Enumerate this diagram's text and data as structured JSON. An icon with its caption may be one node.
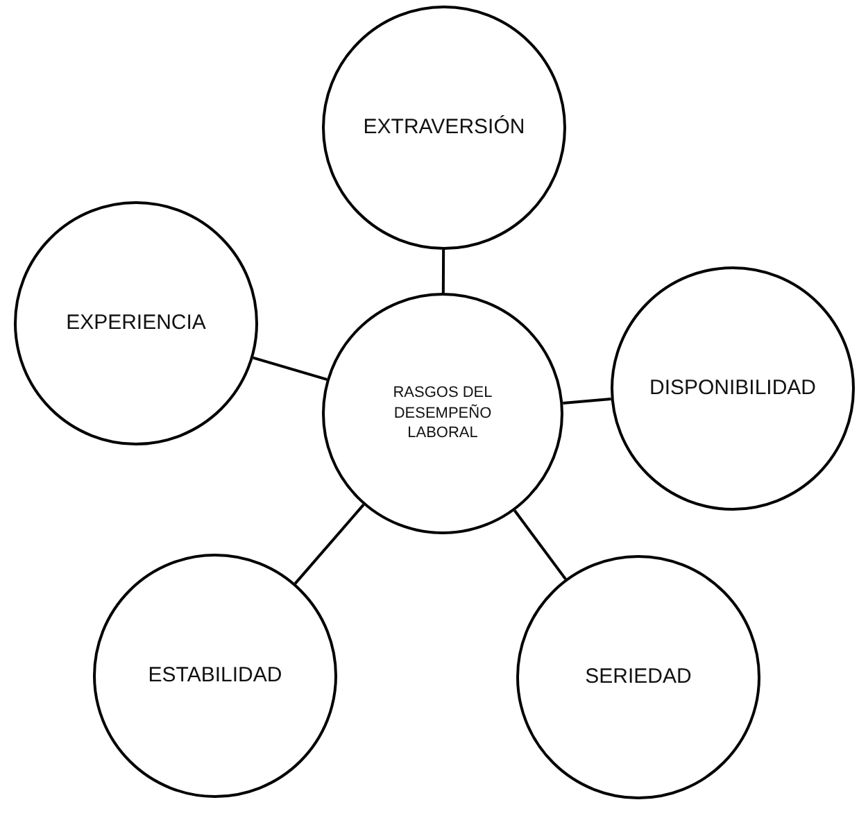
{
  "diagram": {
    "nodes": [
      {
        "text": [
          "EXTRAVERSIÓN"
        ]
      },
      {
        "text": [
          "EXPERIENCIA"
        ]
      },
      {
        "text": [
          "DISPONIBILIDAD"
        ]
      },
      {
        "text": [
          "RASGOS DEL DESEMPEÑO LABORAL"
        ]
      },
      {
        "text": [
          "ESTABILIDAD"
        ]
      },
      {
        "text": [
          "SERIEDAD"
        ]
      }
    ],
    "edges": [
      {
        "from": 3,
        "to": 0,
        "arrow": "none"
      },
      {
        "from": 3,
        "to": 1,
        "arrow": "none"
      },
      {
        "from": 3,
        "to": 2,
        "arrow": "none"
      },
      {
        "from": 3,
        "to": 4,
        "arrow": "none"
      },
      {
        "from": 3,
        "to": 5,
        "arrow": "none"
      }
    ]
  }
}
